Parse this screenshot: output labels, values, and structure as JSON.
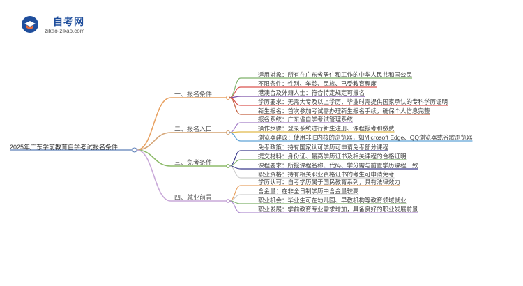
{
  "logo": {
    "title": "自考网",
    "subtitle": "zikao-zikao.com",
    "icon": "graduation-cap-icon"
  },
  "root": "2025年广东学前教育自学考试报名条件",
  "branches": [
    {
      "label": "一、报名条件",
      "color": "#e8a263",
      "items": [
        {
          "text": "适用对象：所有在广东省居住和工作的中华人民共和国公民",
          "color": "#7fb26b"
        },
        {
          "text": "不限条件：性别、年龄、民族、已受教育程度",
          "color": "#d9534f"
        },
        {
          "text": "港澳台及外籍人士：符合特定规定可报名",
          "color": "#7b4fa8"
        },
        {
          "text": "学历要求：无需大专及以上学历，毕业时需提供国家承认的专科学历证明",
          "color": "#d9534f"
        },
        {
          "text": "新生报名：首次参加考试需办理新生报名手续，确保个人信息完整",
          "color": "#c25e3c"
        }
      ]
    },
    {
      "label": "二、报名入口",
      "color": "#d4a373",
      "items": [
        {
          "text": "报名系统：广东省自学考试管理系统",
          "color": "#a57fc8"
        },
        {
          "text": "操作步骤：登录系统进行新生注册、课程报考和缴费",
          "color": "#e0b94a"
        },
        {
          "text": "浏览器建议：使用非IE内核的浏览器，如Microsoft Edge、QQ浏览器或谷歌浏览器",
          "color": "#5fa3d6"
        }
      ]
    },
    {
      "label": "三、免考条件",
      "color": "#8dbb6a",
      "items": [
        {
          "text": "免考政策：持有国家认可学历可申请免考部分课程",
          "color": "#3a3a8c"
        },
        {
          "text": "提交材料：身份证、最高学历证书及相关课程的合格证明",
          "color": "#7fb26b"
        },
        {
          "text": "课程要求：所报课程名称、代码、学分需与前置学历课程一致",
          "color": "#3a3a8c"
        },
        {
          "text": "职业资格：持有相关职业资格证书的考生可申请免考",
          "color": "#cfcfcf"
        }
      ]
    },
    {
      "label": "四、就业前景",
      "color": "#c9a9d9",
      "items": [
        {
          "text": "学历认可：自考学历属于国民教育系列，具有法律效力",
          "color": "#e8a263"
        },
        {
          "text": "含金量：在非全日制学历中含金量较高",
          "color": "#cfcfcf"
        },
        {
          "text": "职业机会：毕业生可在幼儿园、早教机构等教育领域就业",
          "color": "#7fb26b"
        },
        {
          "text": "职业发展：学前教育专业需求增加，具备良好的职业发展前景",
          "color": "#b08fd0"
        }
      ]
    }
  ]
}
